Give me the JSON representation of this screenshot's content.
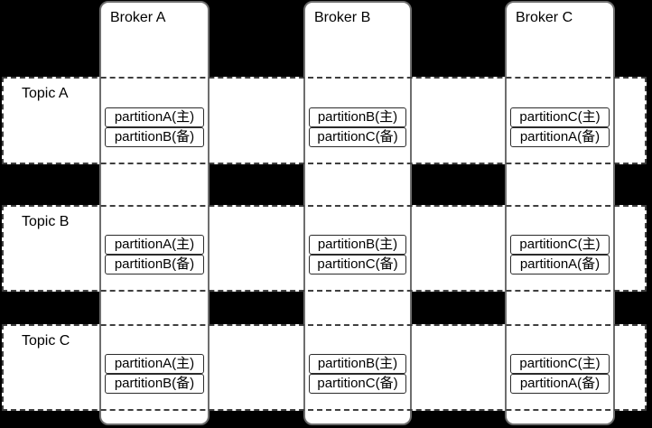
{
  "colors": {
    "background": "#000000",
    "panel_fill": "#ffffff",
    "broker_border": "#6e6e6e",
    "topic_border_dashed": "#3f3f3f",
    "partition_border": "#2b2b2b",
    "text": "#000000"
  },
  "brokers": [
    {
      "label": "Broker A"
    },
    {
      "label": "Broker B"
    },
    {
      "label": "Broker C"
    }
  ],
  "topics": [
    {
      "label": "Topic A"
    },
    {
      "label": "Topic B"
    },
    {
      "label": "Topic C"
    }
  ],
  "grid": {
    "cells": [
      {
        "topic": "Topic A",
        "broker": "Broker A",
        "primary": "partitionA(主)",
        "replica": "partitionB(备)"
      },
      {
        "topic": "Topic A",
        "broker": "Broker B",
        "primary": "partitionB(主)",
        "replica": "partitionC(备)"
      },
      {
        "topic": "Topic A",
        "broker": "Broker C",
        "primary": "partitionC(主)",
        "replica": "partitionA(备)"
      },
      {
        "topic": "Topic B",
        "broker": "Broker A",
        "primary": "partitionA(主)",
        "replica": "partitionB(备)"
      },
      {
        "topic": "Topic B",
        "broker": "Broker B",
        "primary": "partitionB(主)",
        "replica": "partitionC(备)"
      },
      {
        "topic": "Topic B",
        "broker": "Broker C",
        "primary": "partitionC(主)",
        "replica": "partitionA(备)"
      },
      {
        "topic": "Topic C",
        "broker": "Broker A",
        "primary": "partitionA(主)",
        "replica": "partitionB(备)"
      },
      {
        "topic": "Topic C",
        "broker": "Broker B",
        "primary": "partitionB(主)",
        "replica": "partitionC(备)"
      },
      {
        "topic": "Topic C",
        "broker": "Broker C",
        "primary": "partitionC(主)",
        "replica": "partitionA(备)"
      }
    ]
  }
}
